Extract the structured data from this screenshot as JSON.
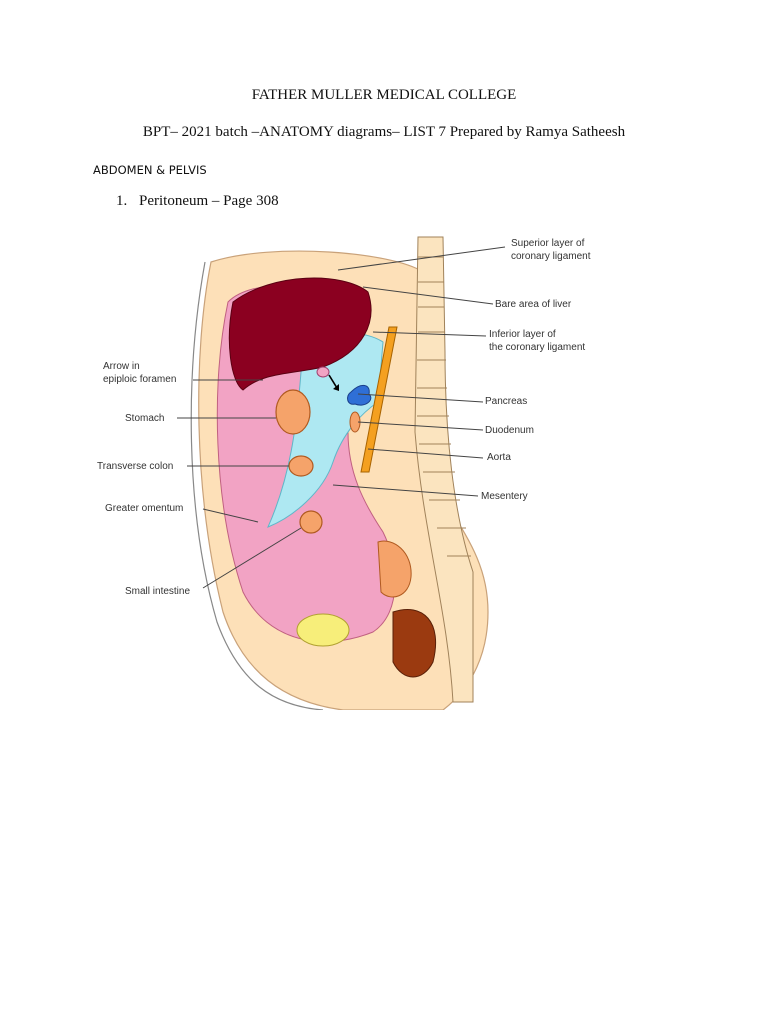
{
  "document": {
    "title": "FATHER MULLER MEDICAL COLLEGE",
    "subtitle": "BPT– 2021 batch –ANATOMY diagrams– LIST 7 Prepared by Ramya Satheesh",
    "section": "ABDOMEN & PELVIS",
    "items": [
      {
        "number": "1.",
        "text": "Peritoneum – Page 308"
      }
    ]
  },
  "figure": {
    "labels": {
      "superior_layer": "Superior layer of",
      "superior_layer_2": "coronary ligament",
      "bare_area": "Bare area of liver",
      "inferior_layer": "Inferior layer of",
      "inferior_layer_2": "the coronary ligament",
      "pancreas": "Pancreas",
      "duodenum": "Duodenum",
      "aorta": "Aorta",
      "mesentery": "Mesentery",
      "arrow_epiploic": "Arrow in",
      "arrow_epiploic_2": "epiploic foramen",
      "stomach": "Stomach",
      "transverse_colon": "Transverse colon",
      "greater_omentum": "Greater omentum",
      "small_intestine": "Small intestine"
    },
    "colors": {
      "liver": "#8b0020",
      "lesser_sac": "#aee8f2",
      "peritoneal_cavity": "#f2a3c4",
      "body_wall": "#fde0b8",
      "organ": "#f5a36a",
      "aorta": "#f4a020",
      "pancreas": "#2f6fd6",
      "bladder": "#f7ee7a"
    }
  }
}
